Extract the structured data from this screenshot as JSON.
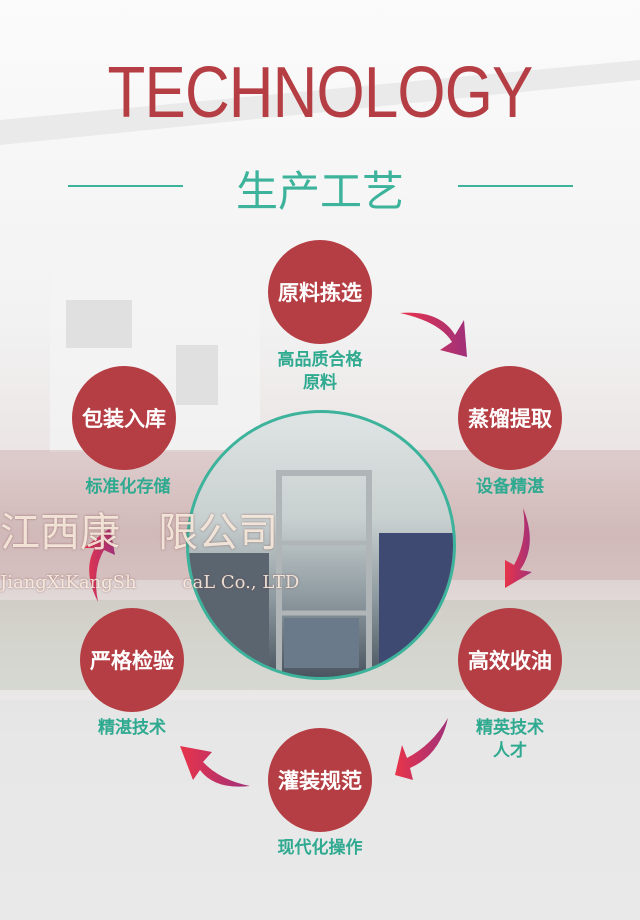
{
  "header": {
    "title": "TECHNOLOGY",
    "subtitle": "生产工艺"
  },
  "watermark": {
    "cn": "江西康   限公司",
    "en": "JiangXiKangSh        caL Co., LTD"
  },
  "steps": [
    {
      "name": "原料拣选",
      "desc": [
        "高品质合格",
        "原料"
      ]
    },
    {
      "name": "蒸馏提取",
      "desc": [
        "设备精湛"
      ]
    },
    {
      "name": "高效收油",
      "desc": [
        "精英技术",
        "人才"
      ]
    },
    {
      "name": "灌装规范",
      "desc": [
        "现代化操作"
      ]
    },
    {
      "name": "严格检验",
      "desc": [
        "精湛技术"
      ]
    },
    {
      "name": "包装入库",
      "desc": [
        "标准化存储"
      ]
    }
  ],
  "colors": {
    "accent": "#b53e44",
    "teal": "#3db39c"
  }
}
